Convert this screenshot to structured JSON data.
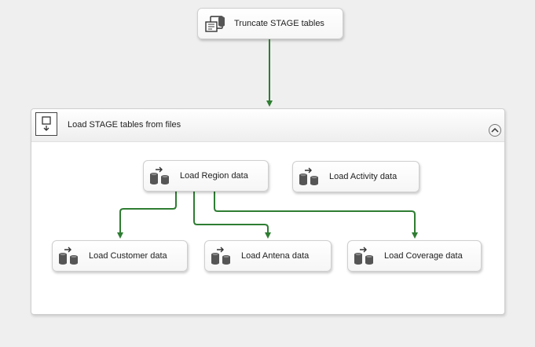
{
  "colors": {
    "connector": "#2e7d32",
    "task_border": "#cfcfcf",
    "canvas": "#efefef"
  },
  "tasks": {
    "truncate": {
      "label": "Truncate STAGE tables",
      "icon": "execute-sql-icon"
    },
    "load_region": {
      "label": "Load Region data",
      "icon": "data-flow-icon"
    },
    "load_activity": {
      "label": "Load Activity data",
      "icon": "data-flow-icon"
    },
    "load_customer": {
      "label": "Load Customer data",
      "icon": "data-flow-icon"
    },
    "load_antena": {
      "label": "Load Antena data",
      "icon": "data-flow-icon"
    },
    "load_coverage": {
      "label": "Load Coverage data",
      "icon": "data-flow-icon"
    }
  },
  "container": {
    "title": "Load STAGE tables from files",
    "icon": "sequence-container-icon",
    "collapse_icon": "collapse-chevron-up-icon"
  }
}
